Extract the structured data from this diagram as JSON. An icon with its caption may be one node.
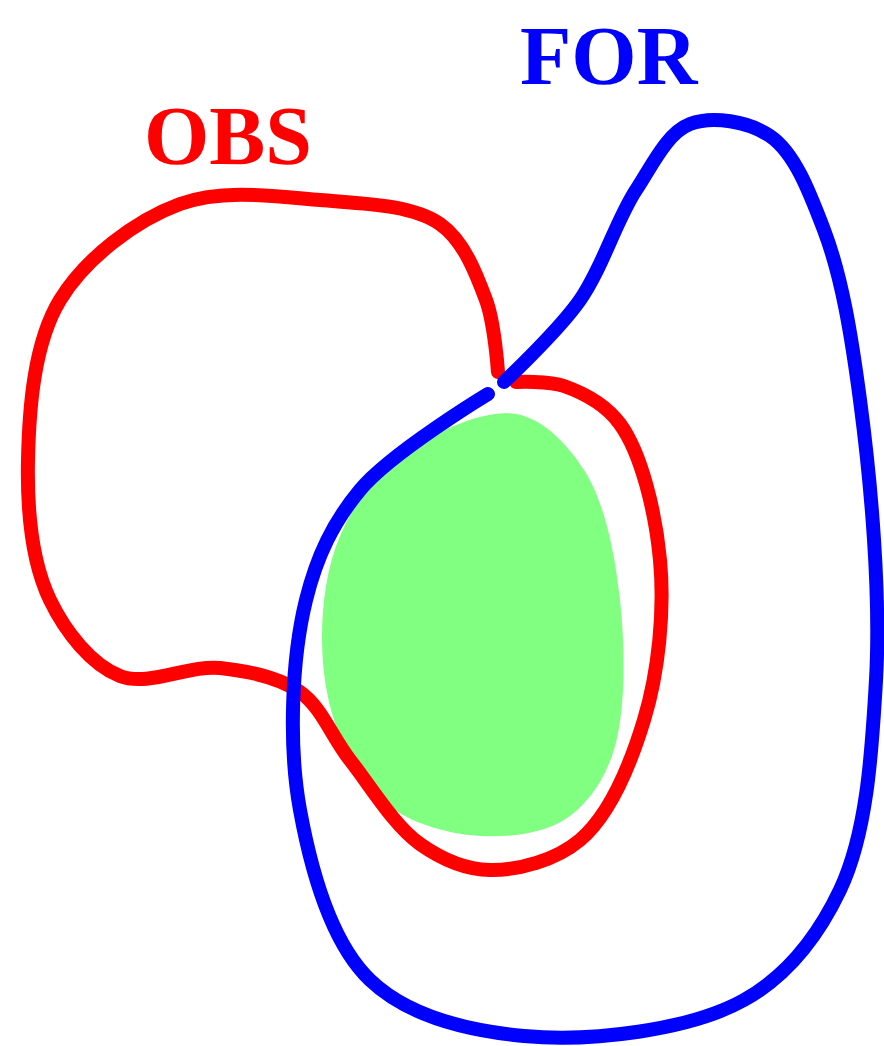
{
  "diagram": {
    "nodes": [
      {
        "text": [
          "OBS"
        ]
      },
      {
        "text": [
          "FOR"
        ]
      },
      {
        "text": [],
        "shape": "blob"
      }
    ]
  }
}
